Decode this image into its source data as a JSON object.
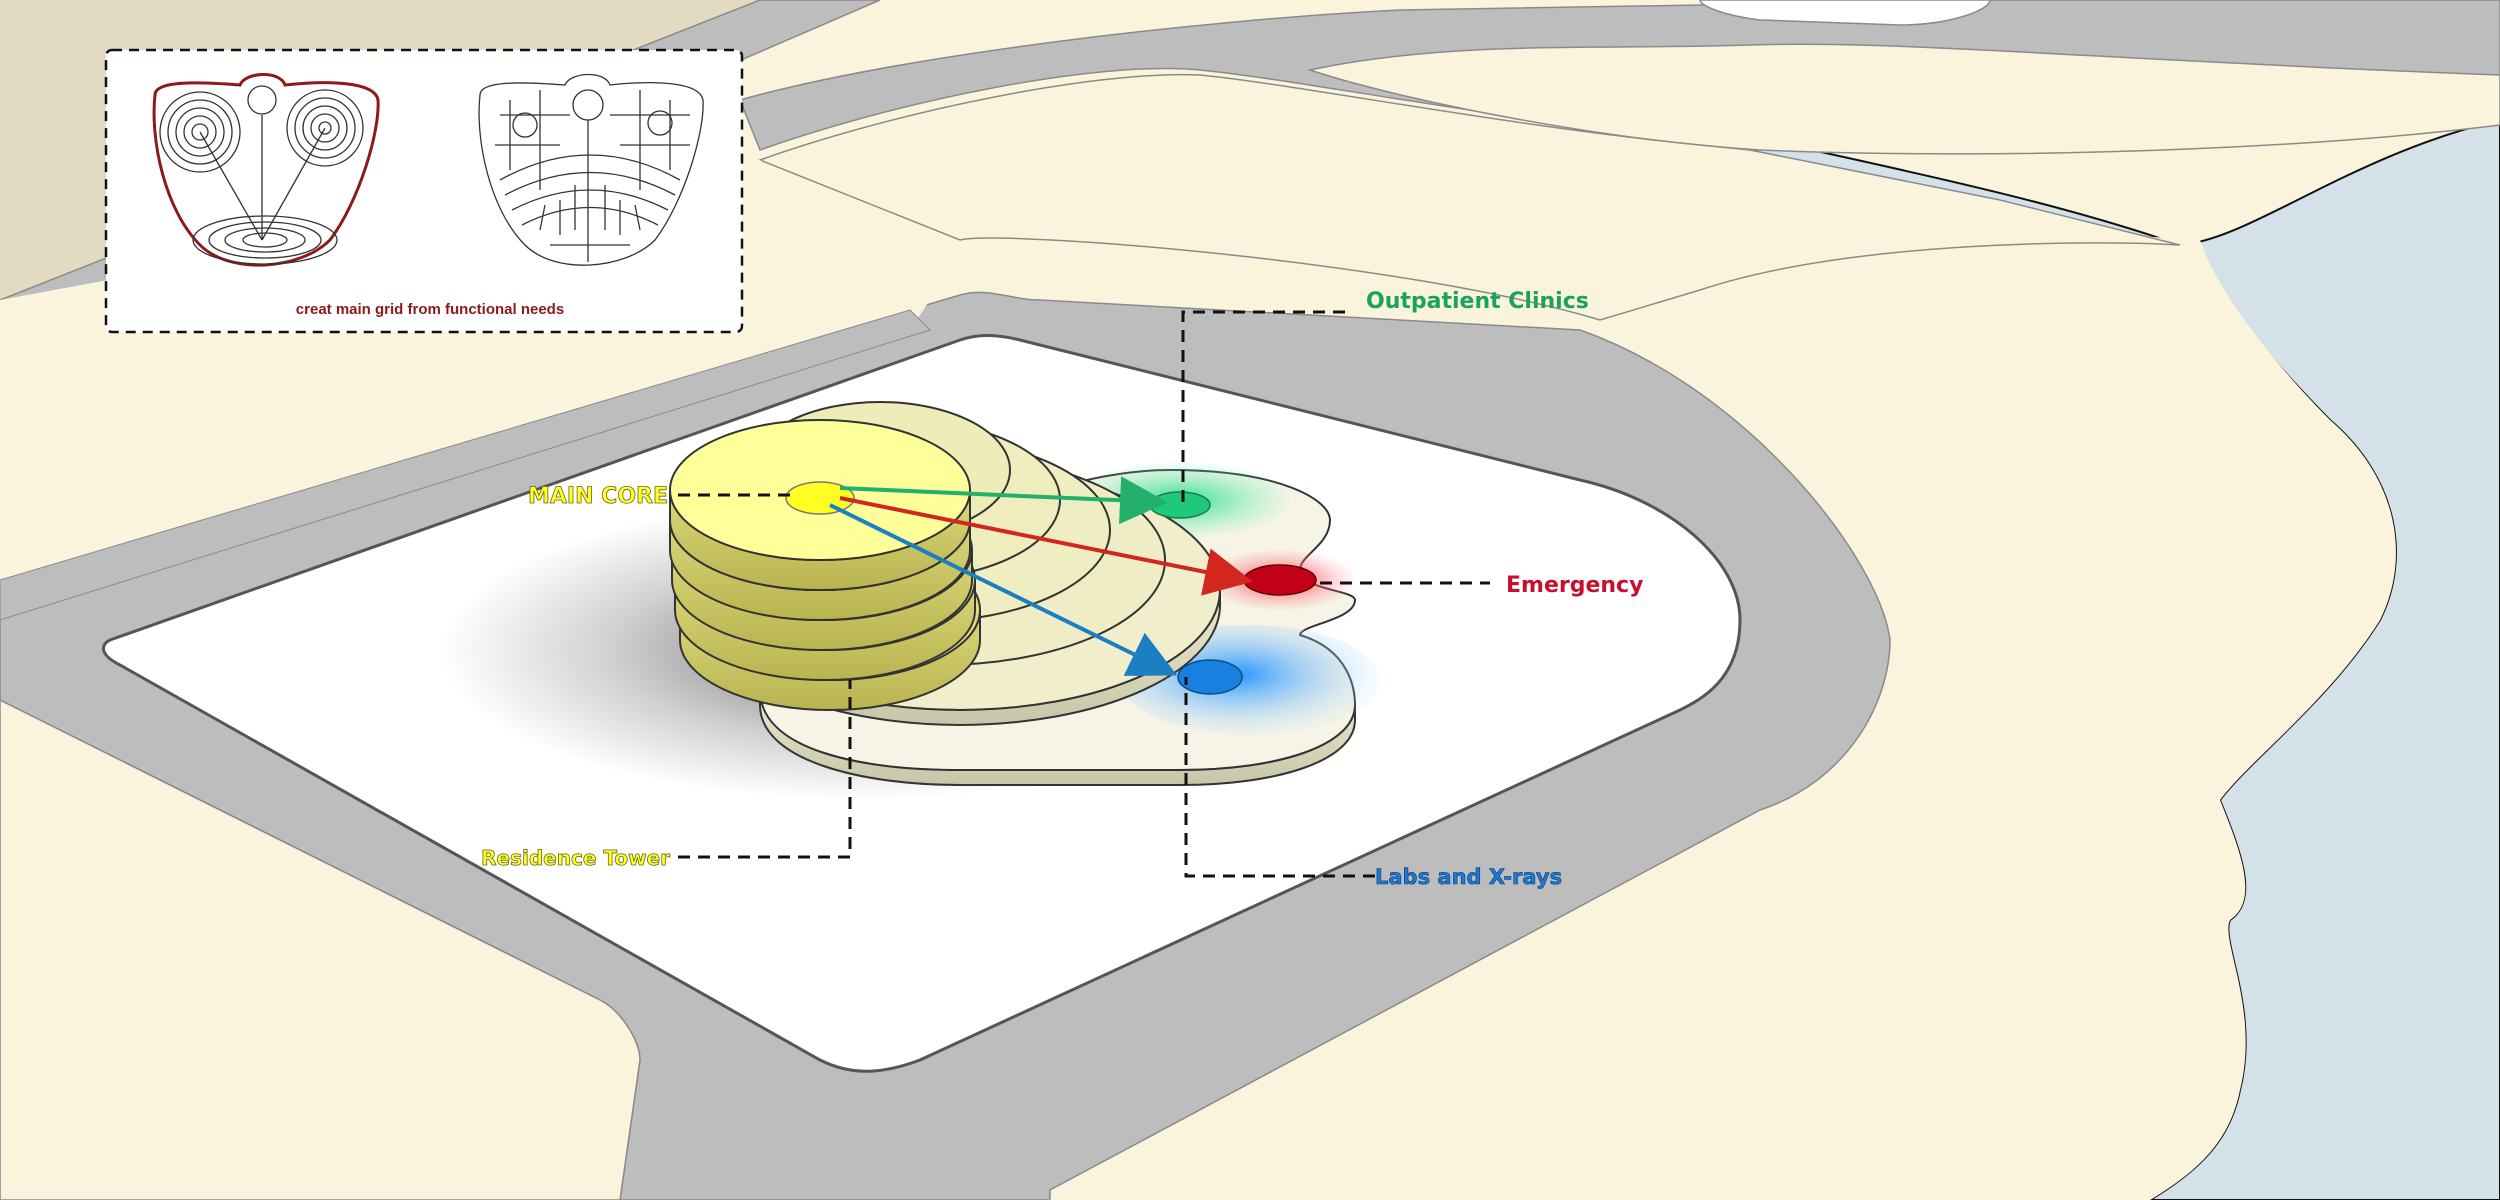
{
  "labels": {
    "main_core": "MAIN CORE",
    "residence_tower": "Residence Tower",
    "outpatient_clinics": "Outpatient Clinics",
    "emergency": "Emergency",
    "labs_xrays": "Labs and X-rays"
  },
  "inset": {
    "caption": "creat main grid from functional needs"
  },
  "colors": {
    "ground": "#fbf4dd",
    "road": "#bdbdbd",
    "water": "#d4e1e8",
    "site": "#ffffff",
    "main_core": "#ffff33",
    "residence_tower": "#f2f29a",
    "outpatient_clinics": "#1aa35a",
    "emergency": "#c8102e",
    "labs_xrays": "#1a7ad4",
    "inset_accent": "#8b1a1a"
  }
}
